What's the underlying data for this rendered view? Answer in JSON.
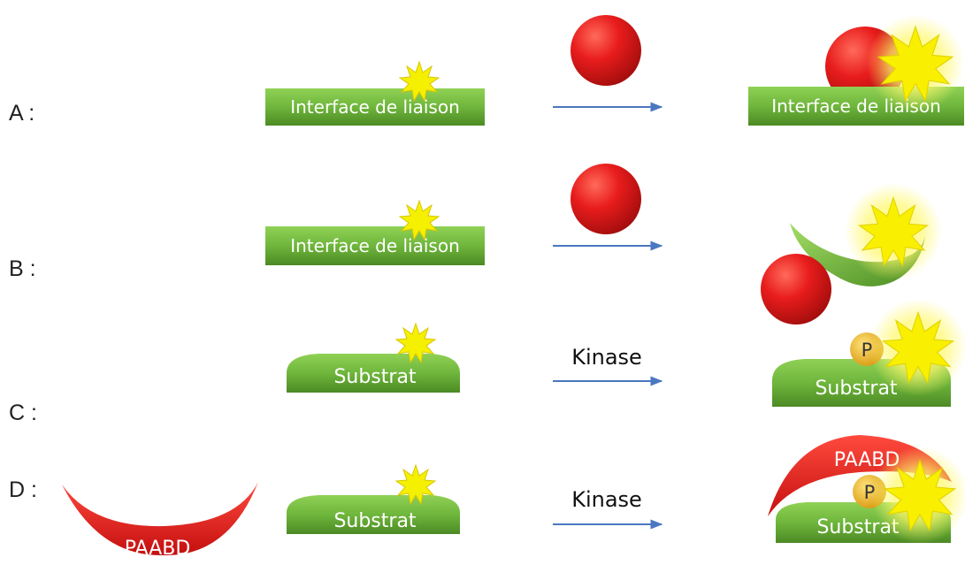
{
  "rows": [
    {
      "label": "A :",
      "arrow_label": "",
      "left_text": "Interface de liaison",
      "right_text": "Interface de liaison",
      "partner": "red-sphere"
    },
    {
      "label": "B :",
      "arrow_label": "",
      "left_text": "Interface de liaison",
      "right_text": "",
      "partner": "red-sphere"
    },
    {
      "label": "C :",
      "arrow_label": "Kinase",
      "left_text": "Substrat",
      "right_text": "Substrat",
      "phospho": "P"
    },
    {
      "label": "D :",
      "arrow_label": "Kinase",
      "left_text": "Substrat",
      "right_text": "Substrat",
      "phospho": "P",
      "domain_label": "PAABD",
      "domain_label_right": "PAABD"
    }
  ],
  "colors": {
    "green": "#6fb63c",
    "green_dark": "#4c8a24",
    "red": "#e11b1b",
    "star": "#f4f000",
    "arrow": "#4a78c0",
    "phospho": "#f2b51d"
  }
}
